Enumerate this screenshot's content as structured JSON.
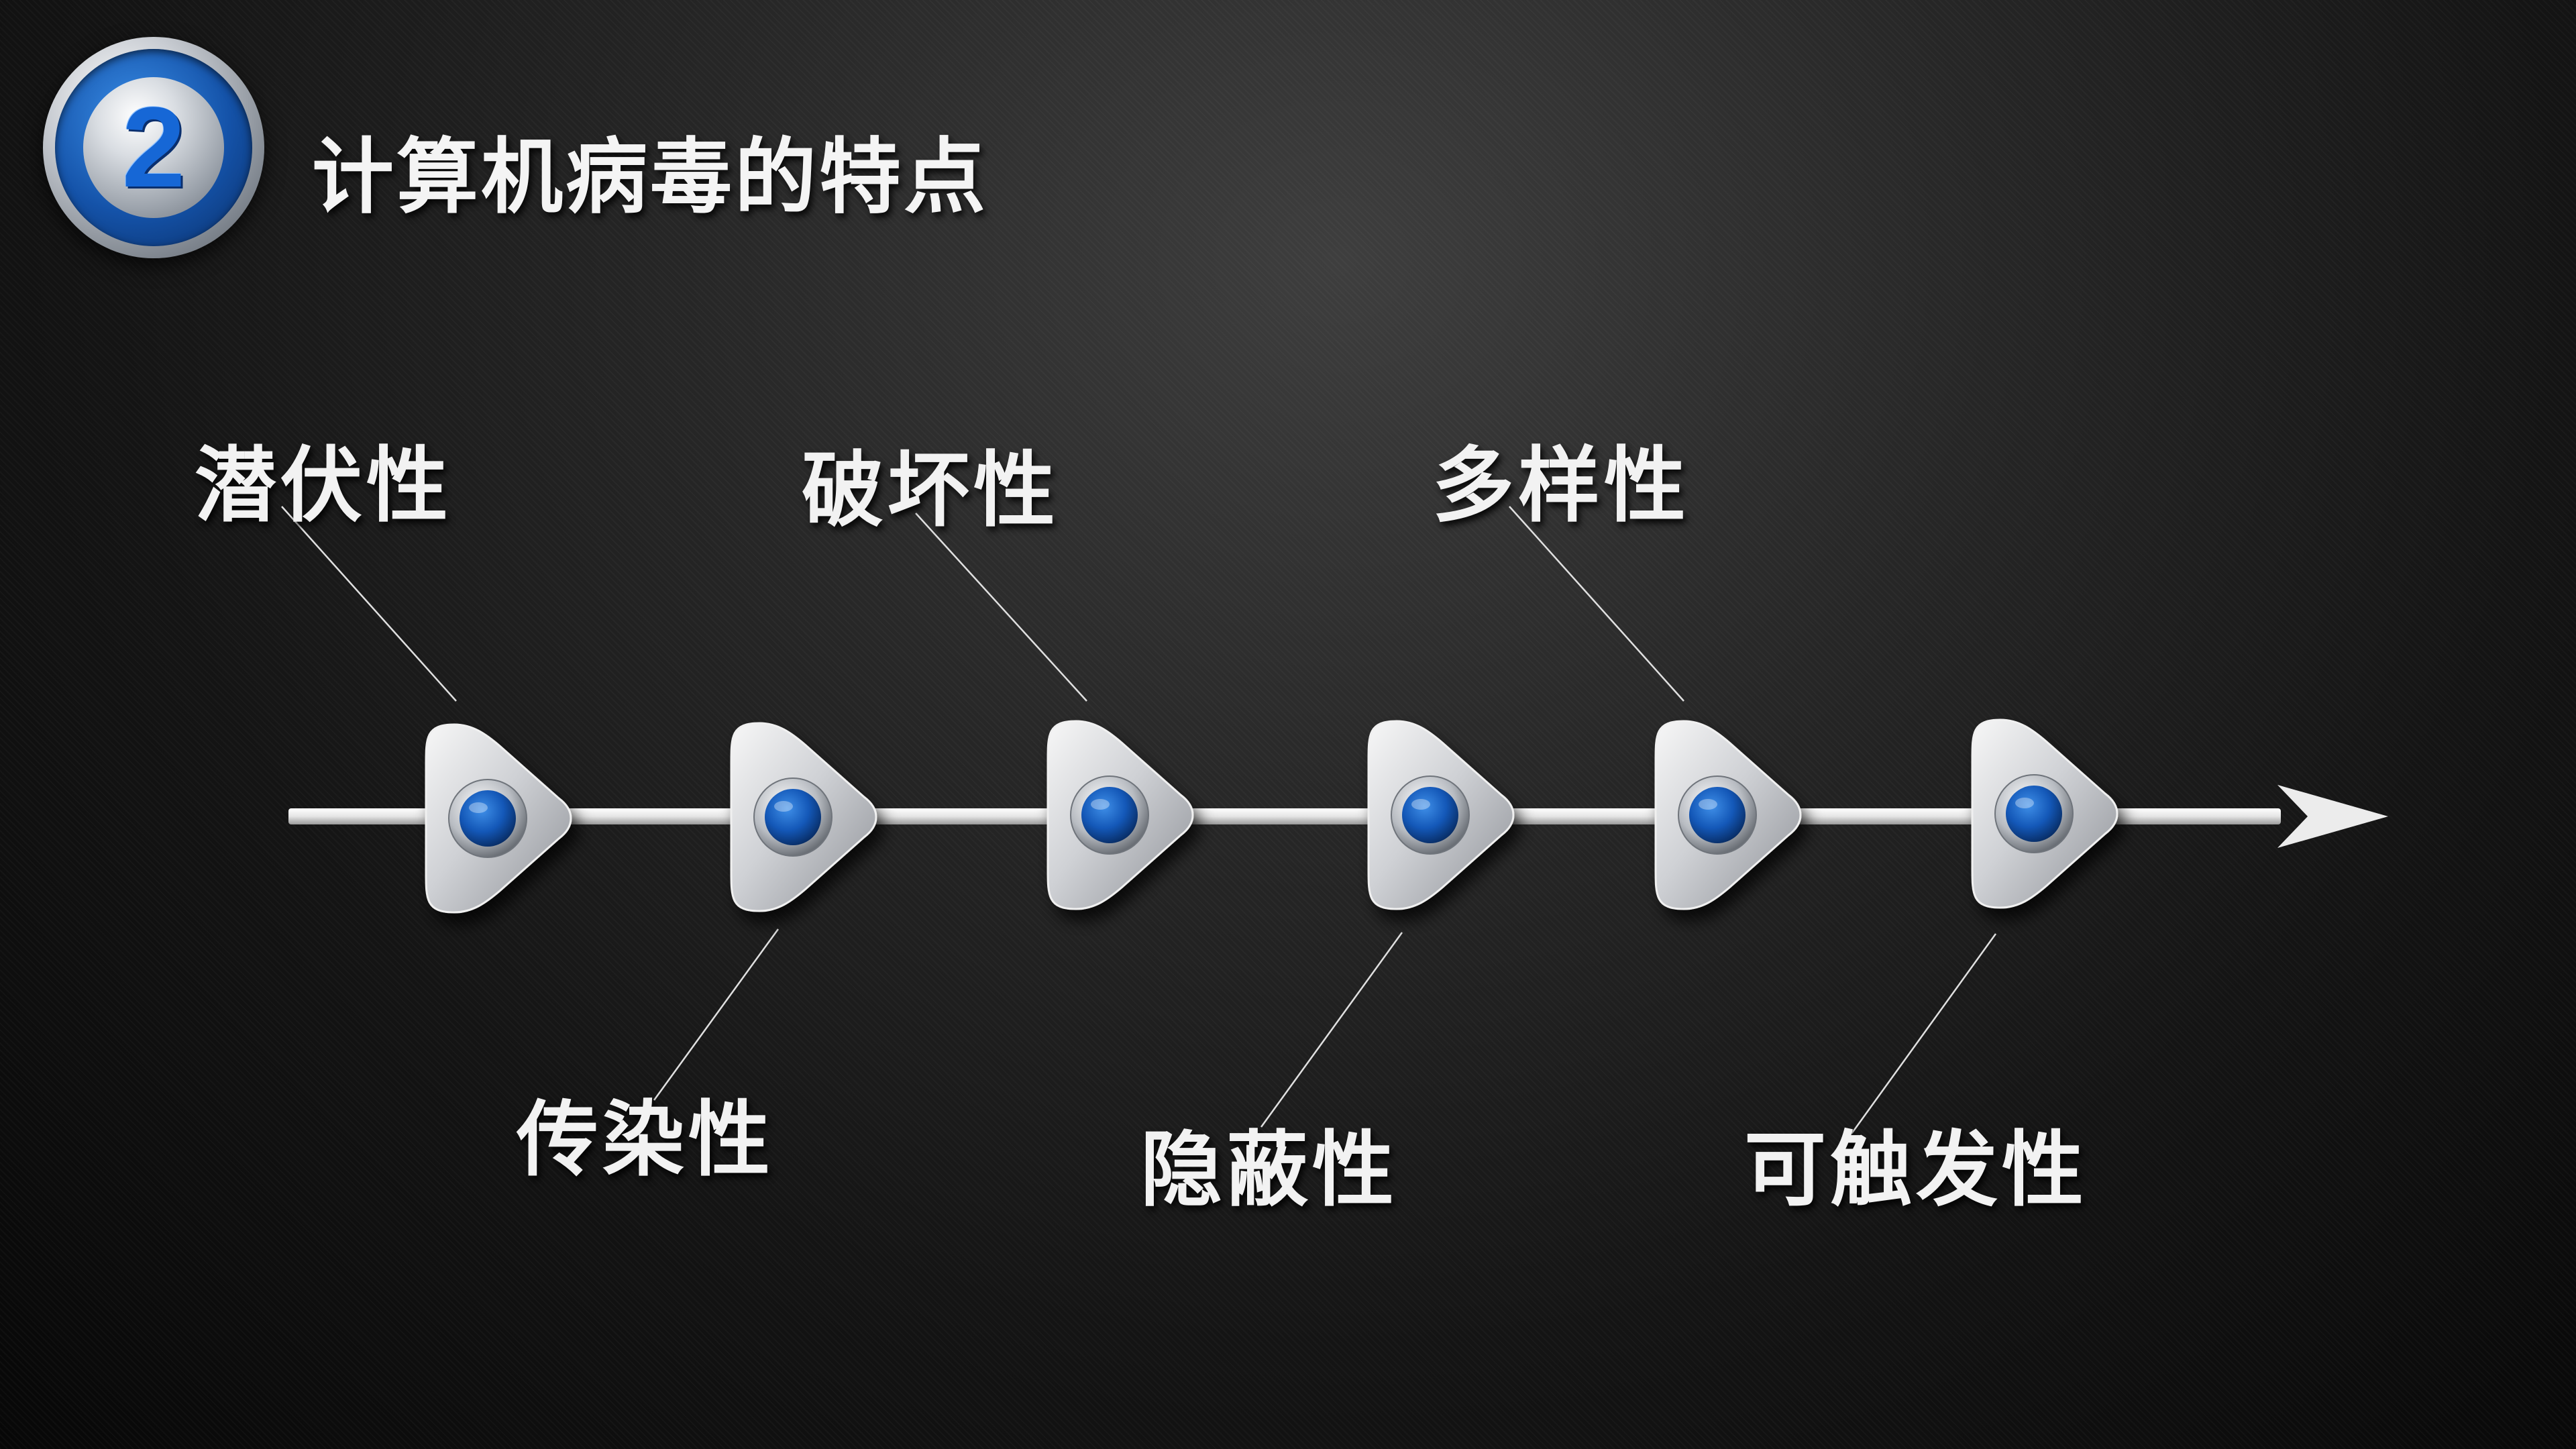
{
  "badge_number": "2",
  "title": "计算机病毒的特点",
  "features_top": [
    "潜伏性",
    "破坏性",
    "多样性"
  ],
  "features_bottom": [
    "传染性",
    "隐蔽性",
    "可触发性"
  ],
  "colors": {
    "background": "#1a1a1a",
    "accent_blue": "#1667d6",
    "text": "#f2f2f2",
    "marker_silver": "#d6d8dc"
  }
}
